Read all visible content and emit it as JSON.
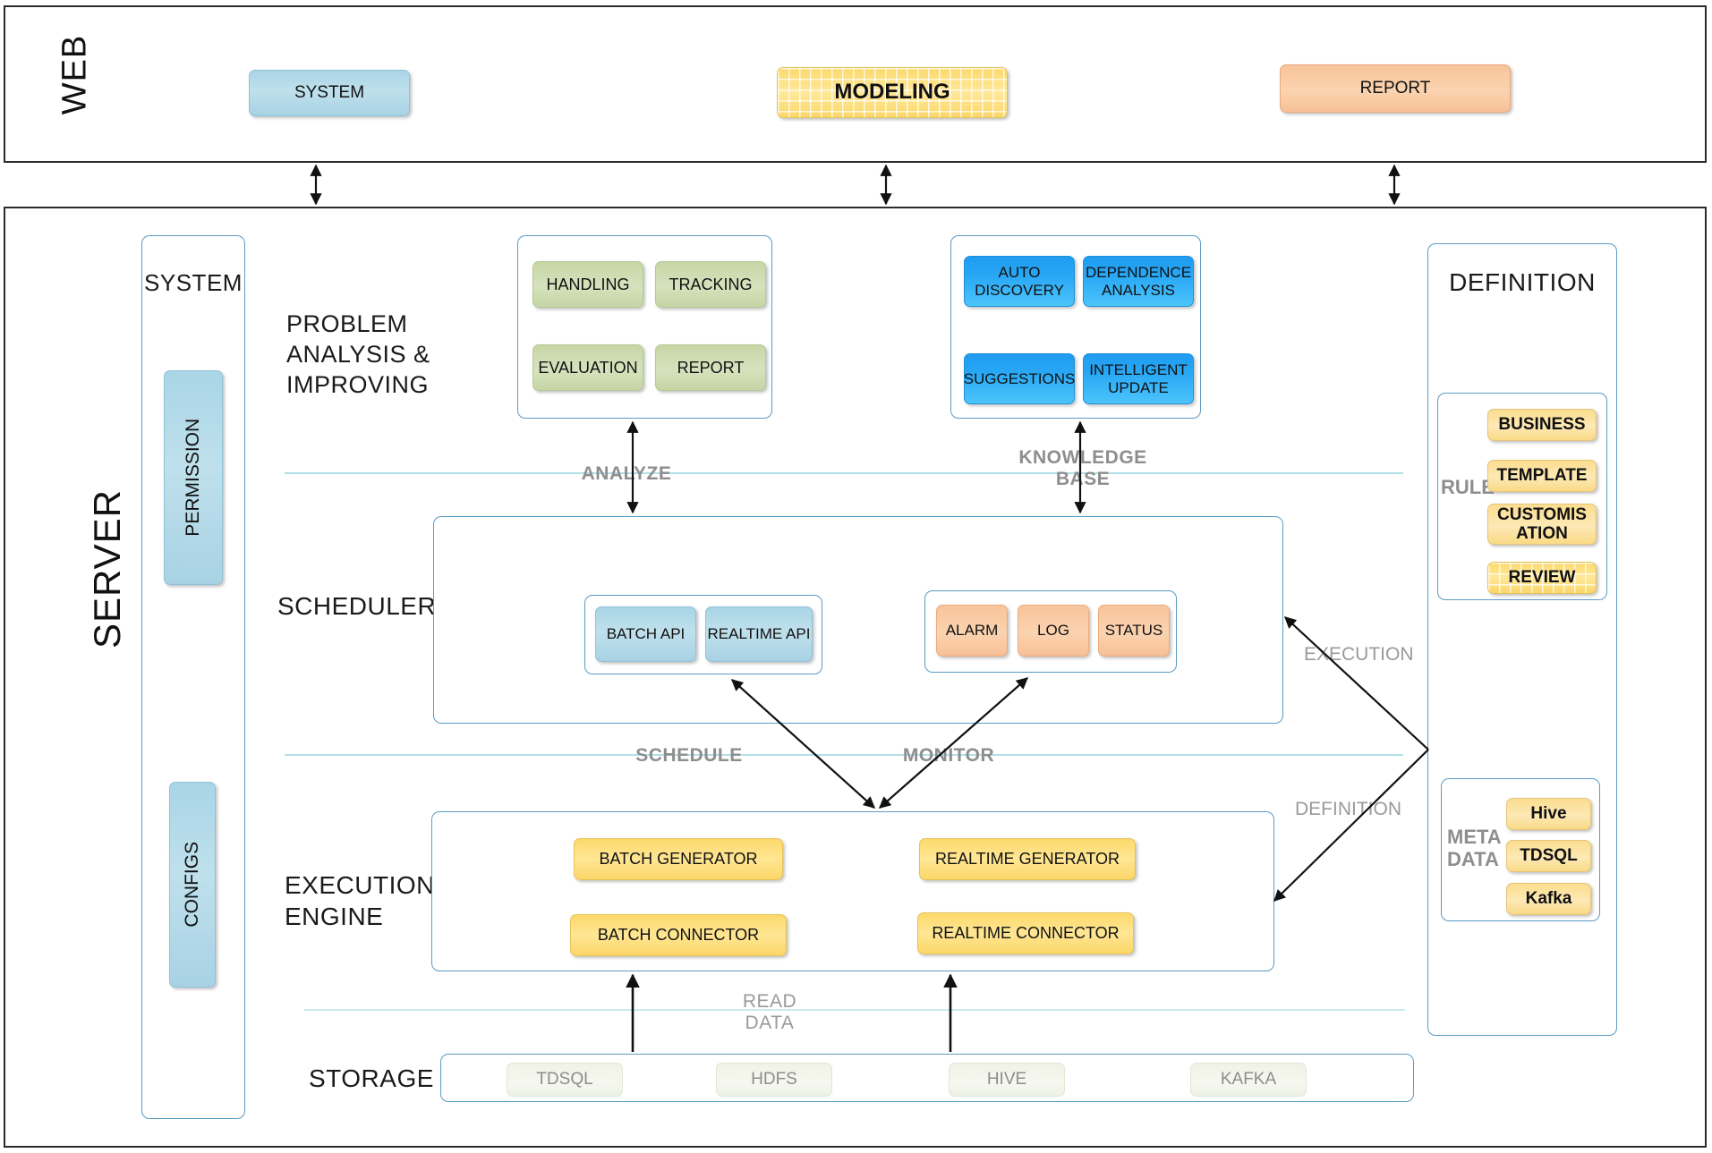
{
  "layers": {
    "web": {
      "label": "WEB"
    },
    "server": {
      "label": "SERVER"
    }
  },
  "web_modules": [
    {
      "label": "SYSTEM",
      "style": "blue"
    },
    {
      "label": "MODELING",
      "style": "yellow-grid"
    },
    {
      "label": "REPORT",
      "style": "peach"
    }
  ],
  "system_panel": {
    "title": "SYSTEM",
    "items": [
      {
        "label": "PERMISSION"
      },
      {
        "label": "CONFIGS"
      }
    ]
  },
  "problem_analysis": {
    "section_label": "PROBLEM\nANALYSIS &\nIMPROVING",
    "items": [
      "HANDLING",
      "TRACKING",
      "EVALUATION",
      "REPORT"
    ]
  },
  "knowledge": {
    "items": [
      "AUTO\nDISCOVERY",
      "DEPENDENCE\nANALYSIS",
      "SUGGESTIONS",
      "INTELLIGENT\nUPDATE"
    ]
  },
  "scheduler": {
    "section_label": "SCHEDULER",
    "api_group": [
      "BATCH API",
      "REALTIME API"
    ],
    "monitor_group": [
      "ALARM",
      "LOG",
      "STATUS"
    ]
  },
  "execution_engine": {
    "section_label": "EXECUTION\nENGINE",
    "items": [
      "BATCH GENERATOR",
      "REALTIME GENERATOR",
      "BATCH CONNECTOR",
      "REALTIME CONNECTOR"
    ]
  },
  "storage": {
    "section_label": "STORAGE",
    "items": [
      "TDSQL",
      "HDFS",
      "HIVE",
      "KAFKA"
    ]
  },
  "definition_panel": {
    "title": "DEFINITION",
    "rule": {
      "label": "RULE",
      "items": [
        "BUSINESS",
        "TEMPLATE",
        "CUSTOMIS\nATION",
        "REVIEW"
      ]
    },
    "metadata": {
      "label": "META\nDATA",
      "items": [
        "Hive",
        "TDSQL",
        "Kafka"
      ]
    }
  },
  "dividers": [
    {
      "label_left": "ANALYZE",
      "label_right": "KNOWLEDGE\nBASE"
    },
    {
      "label_left": "SCHEDULE",
      "label_right": "MONITOR"
    },
    {
      "label_center": "READ\nDATA"
    }
  ],
  "flow_labels": {
    "analyze": "ANALYZE",
    "knowledge_base": "KNOWLEDGE\nBASE",
    "schedule": "SCHEDULE",
    "monitor": "MONITOR",
    "read_data": "READ\nDATA",
    "execution": "EXECUTION",
    "definition": "DEFINITION"
  },
  "colors": {
    "frame": "#2b2b2b",
    "panel_border": "#5b9bc4",
    "divider": "#a6dbe4",
    "blue": "#b0d8e8",
    "green": "#cddbb0",
    "azure": "#29a8f5",
    "peach": "#f9c79f",
    "yellow": "#fcdb70",
    "yellow_pale": "#fbdd8f",
    "storage": "#eff2e6",
    "muted_text": "#8e8e8e"
  }
}
